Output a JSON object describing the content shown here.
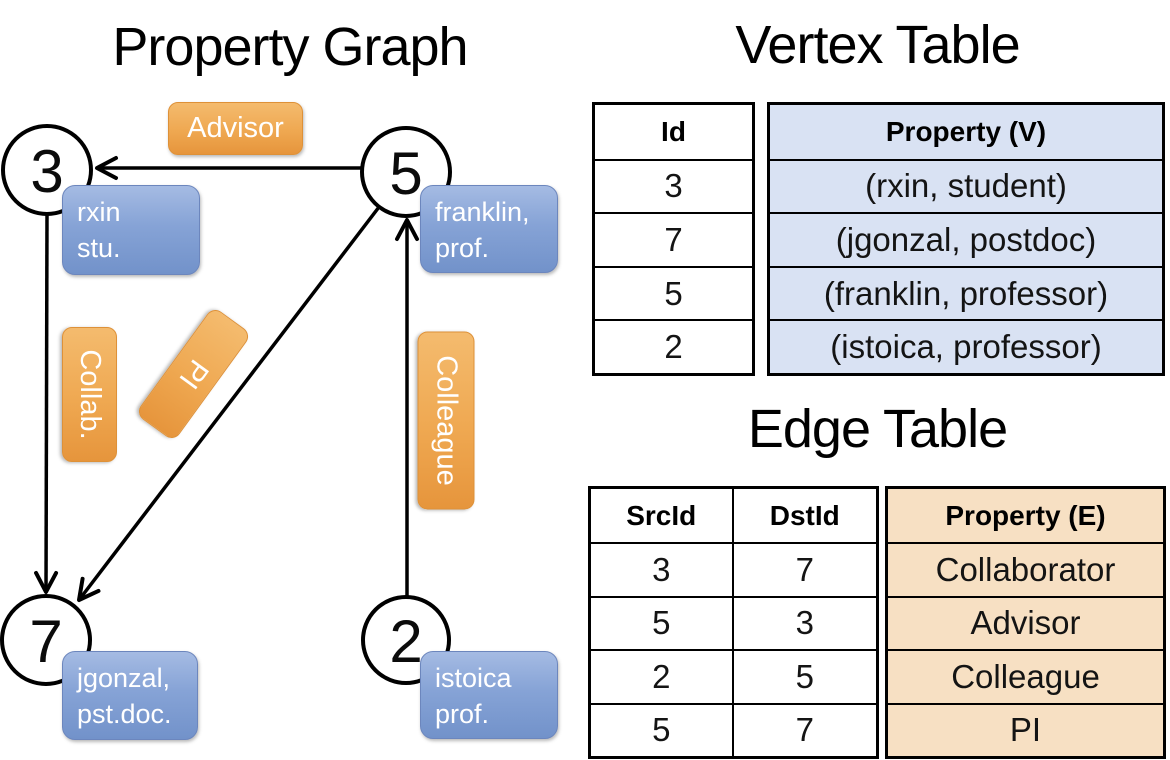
{
  "colors": {
    "node_fill": "#FFFFFF",
    "line_stroke": "#000000",
    "edge_label_orange": "#EFA851",
    "vertex_box_blue": "#7E9DD1",
    "vertex_table_fill": "#D9E2F3",
    "edge_table_fill": "#F7E0C3"
  },
  "graph": {
    "title": "Property Graph",
    "nodes": [
      {
        "id": "3",
        "label_line1": "rxin",
        "label_line2": "stu."
      },
      {
        "id": "5",
        "label_line1": "franklin,",
        "label_line2": "prof."
      },
      {
        "id": "7",
        "label_line1": "jgonzal,",
        "label_line2": "pst.doc."
      },
      {
        "id": "2",
        "label_line1": "istoica",
        "label_line2": "prof."
      }
    ],
    "edge_labels": [
      {
        "label": "Advisor"
      },
      {
        "label": "Collab."
      },
      {
        "label": "PI"
      },
      {
        "label": "Colleague"
      }
    ]
  },
  "vertex_table": {
    "title": "Vertex Table",
    "headers": {
      "id": "Id",
      "property": "Property (V)"
    },
    "rows": [
      {
        "id": "3",
        "property": "(rxin, student)"
      },
      {
        "id": "7",
        "property": "(jgonzal, postdoc)"
      },
      {
        "id": "5",
        "property": "(franklin, professor)"
      },
      {
        "id": "2",
        "property": "(istoica, professor)"
      }
    ]
  },
  "edge_table": {
    "title": "Edge Table",
    "headers": {
      "src": "SrcId",
      "dst": "DstId",
      "property": "Property (E)"
    },
    "rows": [
      {
        "src": "3",
        "dst": "7",
        "property": "Collaborator"
      },
      {
        "src": "5",
        "dst": "3",
        "property": "Advisor"
      },
      {
        "src": "2",
        "dst": "5",
        "property": "Colleague"
      },
      {
        "src": "5",
        "dst": "7",
        "property": "PI"
      }
    ]
  }
}
